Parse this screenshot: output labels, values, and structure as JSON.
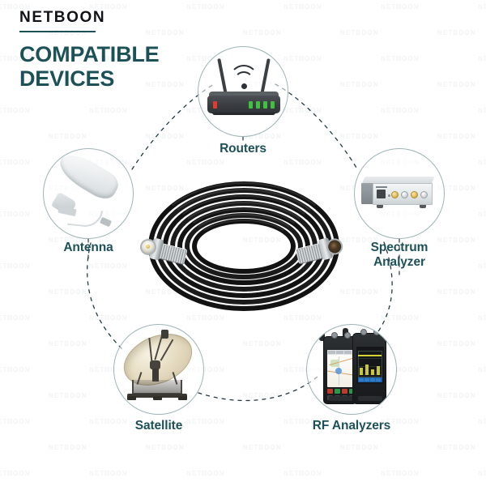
{
  "brand": {
    "logo_text": "NETBOON",
    "watermark_text": "NETBOON"
  },
  "header": {
    "title_line1": "COMPATIBLE",
    "title_line2": "DEVICES"
  },
  "colors": {
    "title_teal": "#1d5158",
    "label_teal": "#1d5158",
    "circle_border": "#9fb4b7",
    "dash_line": "#233a44",
    "logo_black": "#111317",
    "router_body": "#3a3e42",
    "led_red": "#e23b2e",
    "led_green": "#3fc13f",
    "cable_black": "#171717",
    "connector_silver": "#c6cbce",
    "dish_cream": "#e6dcc2",
    "rf_screen_yellow": "#d6d234",
    "rf_screen_blue": "#1c5fa8"
  },
  "diagram": {
    "center_product": {
      "name": "coaxial-cable-coil",
      "description": "Coiled black coaxial cable with male and female connectors"
    },
    "nodes": [
      {
        "id": "routers",
        "label": "Routers",
        "icon": "router-icon"
      },
      {
        "id": "antenna",
        "label": "Antenna",
        "icon": "directional-antenna-icon"
      },
      {
        "id": "spectrum",
        "label": "Spectrum\nAnalyzer",
        "icon": "spectrum-analyzer-icon"
      },
      {
        "id": "satellite",
        "label": "Satellite",
        "icon": "satellite-dish-icon"
      },
      {
        "id": "rf",
        "label": "RF Analyzers",
        "icon": "rf-analyzer-icon"
      }
    ]
  }
}
